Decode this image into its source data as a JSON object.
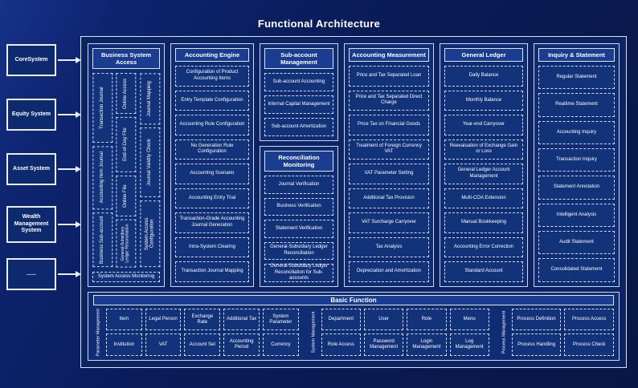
{
  "title": "Functional Architecture",
  "left_systems": [
    "CoreSystem",
    "Equity System",
    "Asset System",
    "Wealth Management System",
    "......"
  ],
  "business_system_access": {
    "header": "Business System Access",
    "col1": [
      "Transaction Journal",
      "Accounting Item Journal",
      "Business Sub-account"
    ],
    "col2": [
      "Online Access",
      "End-of-Day File",
      "Online File",
      "General-Subsidiary Ledger Reconciliation"
    ],
    "col3": [
      "Journal Mapping",
      "Journal Validity Check",
      "System Access Configuration"
    ],
    "footer": "System Access Monitoring"
  },
  "accounting_engine": {
    "header": "Accounting Engine",
    "items": [
      "Configuration of Product Accounting Items",
      "Entry Template Configuration",
      "Accounting Rule Configuration",
      "No Generation Rule Configuration",
      "Accounting Scenario",
      "Accounting Entry Trial",
      "Transaction-Grade Accounting Journal Generation",
      "Intra-System Clearing",
      "Transaction Journal Mapping"
    ]
  },
  "sub_account_management": {
    "header": "Sub-account Management",
    "items": [
      "Sub-account Accounting",
      "Internal Capital Management",
      "Sub-account Amortization"
    ]
  },
  "reconciliation_monitoring": {
    "header": "Reconciliation Monitoring",
    "items": [
      "Journal Verification",
      "Business Verification",
      "Statement Verification",
      "General-Subsidiary Ledger Reconciliation",
      "General-Subsidiary Ledger Reconciliation for Sub-accounts"
    ]
  },
  "accounting_measurement": {
    "header": "Accounting Measurement",
    "items": [
      "Price and Tax Separated Loan",
      "Price and Tax Separated Direct Charge",
      "Price Tax on Financial Goods",
      "Treatment of Foreign Currency VAT",
      "VAT Parameter Setting",
      "Additional Tax Provision",
      "VAT Surcharge Carryover",
      "Tax Analysis",
      "Depreciation and Amortization"
    ]
  },
  "general_ledger": {
    "header": "General Ledger",
    "items": [
      "Daily Balance",
      "Monthly Balance",
      "Year-end Carryover",
      "Reevaluation of Exchange Gain or Loss",
      "General Ledger Account Management",
      "Multi-COA Extension",
      "Manual Bookkeeping",
      "Accounting Error Correction",
      "Standard Account"
    ]
  },
  "inquiry_statement": {
    "header": "Inquiry & Statement",
    "items": [
      "Regular Statement",
      "Realtime Statement",
      "Accounting Inquiry",
      "Transaction Inquiry",
      "Statement Annotation",
      "Intelligent Analysis",
      "Audit Statement",
      "Consolidated Statement"
    ]
  },
  "basic_function": {
    "header": "Basic Function",
    "groups": [
      {
        "label": "Parameter Management",
        "rows": [
          [
            "Item",
            "Legal Person",
            "Exchange Rate",
            "Additional Tax",
            "System Parameter"
          ],
          [
            "Institution",
            "VAT",
            "Account Set",
            "Accounting Period",
            "Currency"
          ]
        ]
      },
      {
        "label": "System Management",
        "rows": [
          [
            "Department",
            "User",
            "Role",
            "Menu"
          ],
          [
            "Role Access",
            "Password Management",
            "Login Management",
            "Log Management"
          ]
        ]
      },
      {
        "label": "Process Management",
        "rows": [
          [
            "Process Definition",
            "Process Access"
          ],
          [
            "Process Handling",
            "Process Check"
          ]
        ]
      }
    ]
  },
  "colors": {
    "background": "#0a1c5a",
    "panel_fill": "#0c2364",
    "box_fill": "#123279",
    "border": "#dbe4fa",
    "text": "#ffffff"
  }
}
